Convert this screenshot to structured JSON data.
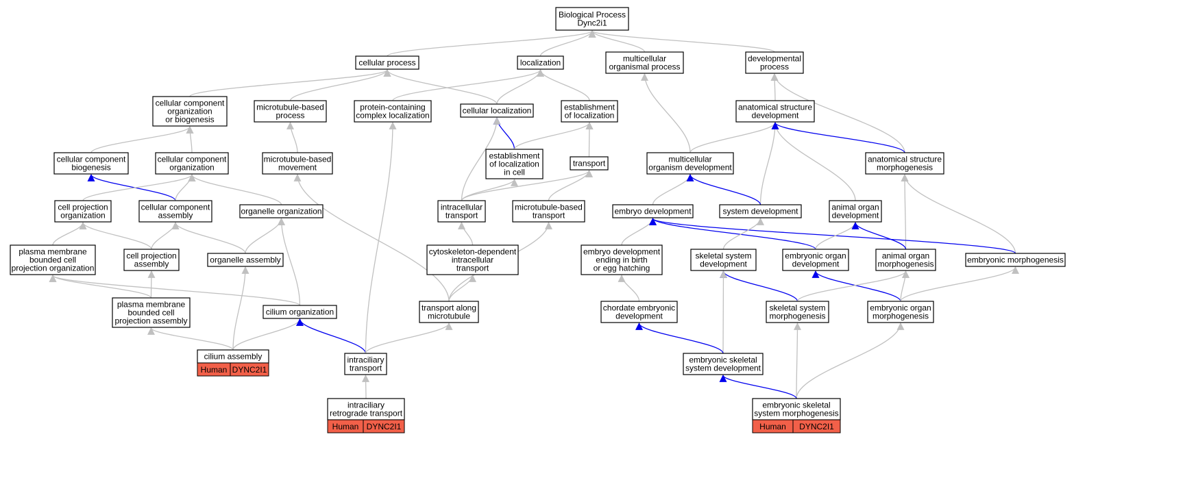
{
  "colors": {
    "edge_gray": "#c0c0c0",
    "edge_blue": "#0000ee",
    "annotation_fill": "#f26049"
  },
  "nodes": [
    {
      "id": "bp",
      "label": [
        "Biological Process",
        "Dync2i1"
      ]
    },
    {
      "id": "cellular_process",
      "label": [
        "cellular process"
      ]
    },
    {
      "id": "localization",
      "label": [
        "localization"
      ]
    },
    {
      "id": "multicellular_organismal_process",
      "label": [
        "multicellular",
        "organismal process"
      ]
    },
    {
      "id": "developmental_process",
      "label": [
        "developmental",
        "process"
      ]
    },
    {
      "id": "ccob",
      "label": [
        "cellular component",
        "organization",
        "or biogenesis"
      ]
    },
    {
      "id": "mt_process",
      "label": [
        "microtubule-based",
        "process"
      ]
    },
    {
      "id": "pc_localization",
      "label": [
        "protein-containing",
        "complex localization"
      ]
    },
    {
      "id": "cell_localization",
      "label": [
        "cellular localization"
      ]
    },
    {
      "id": "est_localization",
      "label": [
        "establishment",
        "of localization"
      ]
    },
    {
      "id": "asd",
      "label": [
        "anatomical structure",
        "development"
      ]
    },
    {
      "id": "cc_biogenesis",
      "label": [
        "cellular component",
        "biogenesis"
      ]
    },
    {
      "id": "cc_organization",
      "label": [
        "cellular component",
        "organization"
      ]
    },
    {
      "id": "mt_movement",
      "label": [
        "microtubule-based",
        "movement"
      ]
    },
    {
      "id": "est_loc_cell",
      "label": [
        "establishment",
        "of localization",
        "in cell"
      ]
    },
    {
      "id": "transport",
      "label": [
        "transport"
      ]
    },
    {
      "id": "mod",
      "label": [
        "multicellular",
        "organism development"
      ]
    },
    {
      "id": "asm",
      "label": [
        "anatomical structure",
        "morphogenesis"
      ]
    },
    {
      "id": "cp_organization",
      "label": [
        "cell projection",
        "organization"
      ]
    },
    {
      "id": "cc_assembly",
      "label": [
        "cellular component",
        "assembly"
      ]
    },
    {
      "id": "organelle_org",
      "label": [
        "organelle organization"
      ]
    },
    {
      "id": "intracellular_transport",
      "label": [
        "intracellular",
        "transport"
      ]
    },
    {
      "id": "mt_transport",
      "label": [
        "microtubule-based",
        "transport"
      ]
    },
    {
      "id": "embryo_dev",
      "label": [
        "embryo development"
      ]
    },
    {
      "id": "system_dev",
      "label": [
        "system development"
      ]
    },
    {
      "id": "animal_organ_dev",
      "label": [
        "animal organ",
        "development"
      ]
    },
    {
      "id": "pmbcpo",
      "label": [
        "plasma membrane",
        "bounded cell",
        "projection organization"
      ]
    },
    {
      "id": "cp_assembly",
      "label": [
        "cell projection",
        "assembly"
      ]
    },
    {
      "id": "organelle_assembly",
      "label": [
        "organelle assembly"
      ]
    },
    {
      "id": "cdit",
      "label": [
        "cytoskeleton-dependent",
        "intracellular",
        "transport"
      ]
    },
    {
      "id": "embryo_dev_birth",
      "label": [
        "embryo development",
        "ending in birth",
        "or egg hatching"
      ]
    },
    {
      "id": "skeletal_dev",
      "label": [
        "skeletal system",
        "development"
      ]
    },
    {
      "id": "embryonic_organ_dev",
      "label": [
        "embryonic organ",
        "development"
      ]
    },
    {
      "id": "animal_organ_morph",
      "label": [
        "animal organ",
        "morphogenesis"
      ]
    },
    {
      "id": "embryonic_morph",
      "label": [
        "embryonic morphogenesis"
      ]
    },
    {
      "id": "pmbcpa",
      "label": [
        "plasma membrane",
        "bounded cell",
        "projection assembly"
      ]
    },
    {
      "id": "cilium_org",
      "label": [
        "cilium organization"
      ]
    },
    {
      "id": "transport_mt",
      "label": [
        "transport along",
        "microtubule"
      ]
    },
    {
      "id": "chordate_dev",
      "label": [
        "chordate embryonic",
        "development"
      ]
    },
    {
      "id": "skeletal_morph",
      "label": [
        "skeletal system",
        "morphogenesis"
      ]
    },
    {
      "id": "embryonic_organ_morph",
      "label": [
        "embryonic organ",
        "morphogenesis"
      ]
    },
    {
      "id": "cilium_assembly",
      "label": [
        "cilium assembly"
      ],
      "annotation": [
        "Human",
        "DYNC2I1"
      ]
    },
    {
      "id": "intraciliary_transport",
      "label": [
        "intraciliary",
        "transport"
      ]
    },
    {
      "id": "esd",
      "label": [
        "embryonic skeletal",
        "system development"
      ]
    },
    {
      "id": "irt",
      "label": [
        "intraciliary",
        "retrograde transport"
      ],
      "annotation": [
        "Human",
        "DYNC2I1"
      ]
    },
    {
      "id": "esm",
      "label": [
        "embryonic skeletal",
        "system morphogenesis"
      ],
      "annotation": [
        "Human",
        "DYNC2I1"
      ]
    }
  ],
  "edges": [
    {
      "from": "cellular_process",
      "to": "bp",
      "color": "gray"
    },
    {
      "from": "localization",
      "to": "bp",
      "color": "gray"
    },
    {
      "from": "multicellular_organismal_process",
      "to": "bp",
      "color": "gray"
    },
    {
      "from": "developmental_process",
      "to": "bp",
      "color": "gray"
    },
    {
      "from": "ccob",
      "to": "cellular_process",
      "color": "gray"
    },
    {
      "from": "mt_process",
      "to": "cellular_process",
      "color": "gray"
    },
    {
      "from": "cell_localization",
      "to": "cellular_process",
      "color": "gray"
    },
    {
      "from": "pc_localization",
      "to": "localization",
      "color": "gray"
    },
    {
      "from": "cell_localization",
      "to": "localization",
      "color": "gray"
    },
    {
      "from": "est_localization",
      "to": "localization",
      "color": "gray"
    },
    {
      "from": "asd",
      "to": "developmental_process",
      "color": "gray"
    },
    {
      "from": "asm",
      "to": "developmental_process",
      "color": "gray"
    },
    {
      "from": "mod",
      "to": "multicellular_organismal_process",
      "color": "gray"
    },
    {
      "from": "cc_biogenesis",
      "to": "ccob",
      "color": "gray"
    },
    {
      "from": "cc_organization",
      "to": "ccob",
      "color": "gray"
    },
    {
      "from": "mt_movement",
      "to": "mt_process",
      "color": "gray"
    },
    {
      "from": "est_loc_cell",
      "to": "cell_localization",
      "color": "blue"
    },
    {
      "from": "intracellular_transport",
      "to": "cell_localization",
      "color": "gray"
    },
    {
      "from": "est_loc_cell",
      "to": "est_localization",
      "color": "gray"
    },
    {
      "from": "transport",
      "to": "est_localization",
      "color": "gray"
    },
    {
      "from": "mod",
      "to": "asd",
      "color": "gray"
    },
    {
      "from": "system_dev",
      "to": "asd",
      "color": "gray"
    },
    {
      "from": "animal_organ_dev",
      "to": "asd",
      "color": "gray"
    },
    {
      "from": "asm",
      "to": "asd",
      "color": "blue"
    },
    {
      "from": "cc_assembly",
      "to": "cc_biogenesis",
      "color": "blue"
    },
    {
      "from": "cp_organization",
      "to": "cc_organization",
      "color": "gray"
    },
    {
      "from": "cc_assembly",
      "to": "cc_organization",
      "color": "gray"
    },
    {
      "from": "organelle_org",
      "to": "cc_organization",
      "color": "gray"
    },
    {
      "from": "transport_mt",
      "to": "mt_movement",
      "color": "gray"
    },
    {
      "from": "intracellular_transport",
      "to": "est_loc_cell",
      "color": "gray"
    },
    {
      "from": "intracellular_transport",
      "to": "transport",
      "color": "gray"
    },
    {
      "from": "mt_transport",
      "to": "transport",
      "color": "gray"
    },
    {
      "from": "embryo_dev",
      "to": "mod",
      "color": "gray"
    },
    {
      "from": "system_dev",
      "to": "mod",
      "color": "blue"
    },
    {
      "from": "animal_organ_morph",
      "to": "asm",
      "color": "gray"
    },
    {
      "from": "embryonic_morph",
      "to": "asm",
      "color": "gray"
    },
    {
      "from": "pmbcpo",
      "to": "cp_organization",
      "color": "gray"
    },
    {
      "from": "cp_assembly",
      "to": "cp_organization",
      "color": "gray"
    },
    {
      "from": "cp_assembly",
      "to": "cc_assembly",
      "color": "gray"
    },
    {
      "from": "organelle_assembly",
      "to": "cc_assembly",
      "color": "gray"
    },
    {
      "from": "organelle_assembly",
      "to": "organelle_org",
      "color": "gray"
    },
    {
      "from": "cilium_org",
      "to": "organelle_org",
      "color": "gray"
    },
    {
      "from": "cdit",
      "to": "intracellular_transport",
      "color": "gray"
    },
    {
      "from": "transport_mt",
      "to": "mt_transport",
      "color": "gray"
    },
    {
      "from": "embryo_dev_birth",
      "to": "embryo_dev",
      "color": "gray"
    },
    {
      "from": "embryonic_organ_dev",
      "to": "embryo_dev",
      "color": "blue"
    },
    {
      "from": "embryonic_morph",
      "to": "embryo_dev",
      "color": "blue"
    },
    {
      "from": "skeletal_dev",
      "to": "system_dev",
      "color": "gray"
    },
    {
      "from": "embryonic_organ_dev",
      "to": "animal_organ_dev",
      "color": "gray"
    },
    {
      "from": "animal_organ_morph",
      "to": "animal_organ_dev",
      "color": "blue"
    },
    {
      "from": "cilium_org",
      "to": "pmbcpo",
      "color": "gray"
    },
    {
      "from": "pmbcpa",
      "to": "pmbcpo",
      "color": "gray"
    },
    {
      "from": "pmbcpa",
      "to": "cp_assembly",
      "color": "gray"
    },
    {
      "from": "cilium_assembly",
      "to": "organelle_assembly",
      "color": "gray"
    },
    {
      "from": "transport_mt",
      "to": "cdit",
      "color": "gray"
    },
    {
      "from": "chordate_dev",
      "to": "embryo_dev_birth",
      "color": "gray"
    },
    {
      "from": "skeletal_morph",
      "to": "skeletal_dev",
      "color": "blue"
    },
    {
      "from": "esd",
      "to": "skeletal_dev",
      "color": "gray"
    },
    {
      "from": "embryonic_organ_morph",
      "to": "embryonic_organ_dev",
      "color": "blue"
    },
    {
      "from": "skeletal_morph",
      "to": "animal_organ_morph",
      "color": "gray"
    },
    {
      "from": "embryonic_organ_morph",
      "to": "animal_organ_morph",
      "color": "gray"
    },
    {
      "from": "embryonic_organ_morph",
      "to": "embryonic_morph",
      "color": "gray"
    },
    {
      "from": "cilium_assembly",
      "to": "pmbcpa",
      "color": "gray"
    },
    {
      "from": "cilium_assembly",
      "to": "cilium_org",
      "color": "gray"
    },
    {
      "from": "intraciliary_transport",
      "to": "cilium_org",
      "color": "blue"
    },
    {
      "from": "intraciliary_transport",
      "to": "transport_mt",
      "color": "gray"
    },
    {
      "from": "intraciliary_transport",
      "to": "pc_localization",
      "color": "gray"
    },
    {
      "from": "esd",
      "to": "chordate_dev",
      "color": "blue"
    },
    {
      "from": "esm",
      "to": "skeletal_morph",
      "color": "gray"
    },
    {
      "from": "esm",
      "to": "embryonic_organ_morph",
      "color": "gray"
    },
    {
      "from": "esm",
      "to": "esd",
      "color": "blue"
    },
    {
      "from": "irt",
      "to": "intraciliary_transport",
      "color": "gray"
    }
  ]
}
